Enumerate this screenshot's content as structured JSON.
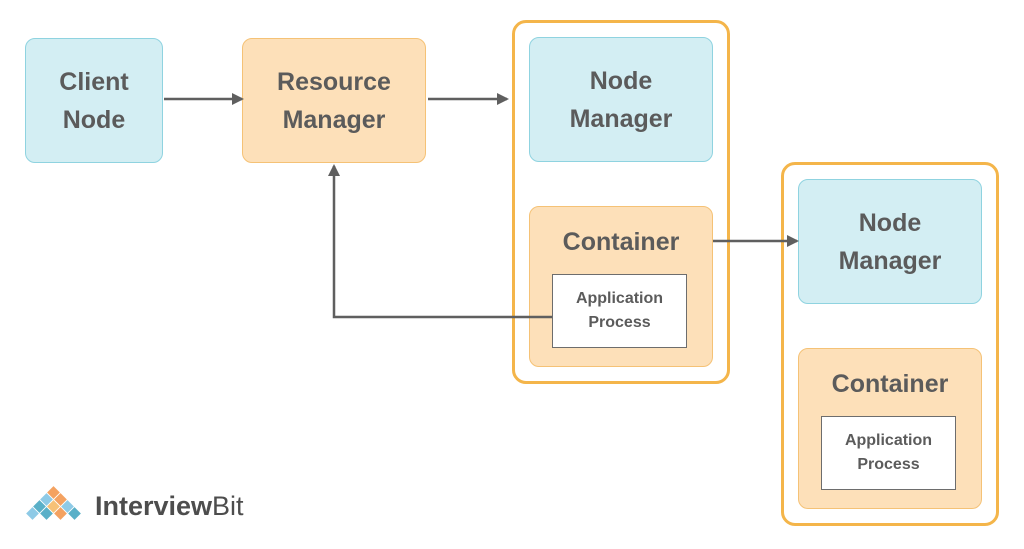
{
  "client_node": {
    "label": "Client\nNode"
  },
  "resource_manager": {
    "label": "Resource\nManager"
  },
  "group1": {
    "node_manager": {
      "label": "Node\nManager"
    },
    "container": {
      "title": "Container",
      "app_label": "Application\nProcess"
    }
  },
  "group2": {
    "node_manager": {
      "label": "Node\nManager"
    },
    "container": {
      "title": "Container",
      "app_label": "Application\nProcess"
    }
  },
  "logo": {
    "brand_part1": "Interview",
    "brand_part2": "Bit"
  },
  "colors": {
    "node_fill": "#d3eef3",
    "node_border": "#8fd3e0",
    "manager_fill": "#fde0b9",
    "group_border": "#f4b54a",
    "arrow": "#5f5f5f"
  }
}
